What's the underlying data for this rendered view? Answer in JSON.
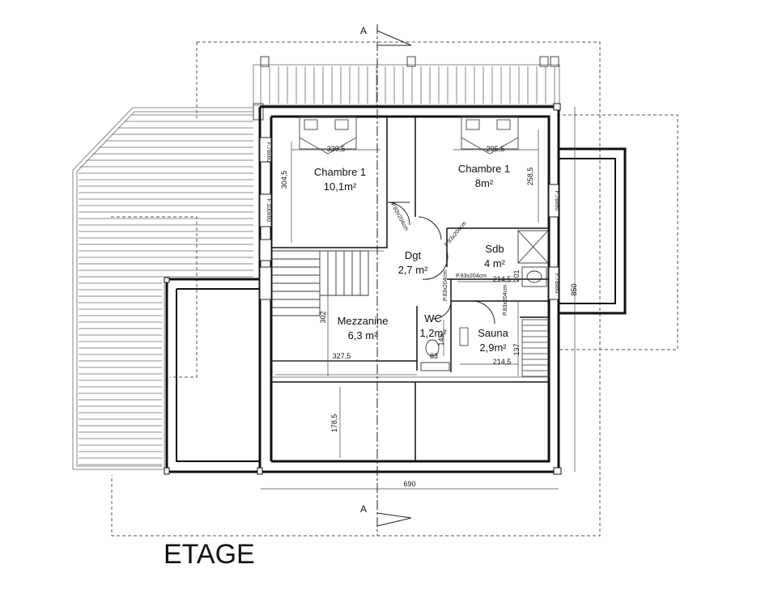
{
  "title": "ETAGE",
  "section_marks": {
    "top": "A",
    "bottom": "A"
  },
  "rooms": {
    "chambre_left": {
      "name": "Chambre 1",
      "area": "10,1m²"
    },
    "chambre_right": {
      "name": "Chambre 1",
      "area": "8m²"
    },
    "dgt": {
      "name": "Dgt",
      "area": "2,7 m²"
    },
    "sdb": {
      "name": "Sdb",
      "area": "4 m²"
    },
    "mezzanine": {
      "name": "Mezzanine",
      "area": "6,3 m²"
    },
    "wc": {
      "name": "WC",
      "area": "1,2m²"
    },
    "sauna": {
      "name": "Sauna",
      "area": "2,9m²"
    }
  },
  "dimensions": {
    "bed_left_width": "339,5",
    "bed_right_width": "295,5",
    "chambre_left_depth": "304,5",
    "chambre_right_depth": "258,5",
    "sdb_width": "214,5",
    "sdb_depth": "201",
    "overall_height": "850",
    "mezzanine_depth": "302",
    "mezzanine_width": "327,5",
    "sauna_width": "214,5",
    "sauna_depth": "137",
    "wc_depth": "145",
    "wc_width": "83",
    "lower_depth": "178,5",
    "overall_width": "690"
  },
  "doors": {
    "d1": "P.83x204cm",
    "d2": "P.83x204cm",
    "d3": "P.83x204cm",
    "d4": "P.83x204cm",
    "d5": "P.83x204cm"
  },
  "window_labels": {
    "w1": "F.78x60",
    "w2": "F.100x60",
    "w3": "F.78x60",
    "w4": "F.78x60"
  }
}
